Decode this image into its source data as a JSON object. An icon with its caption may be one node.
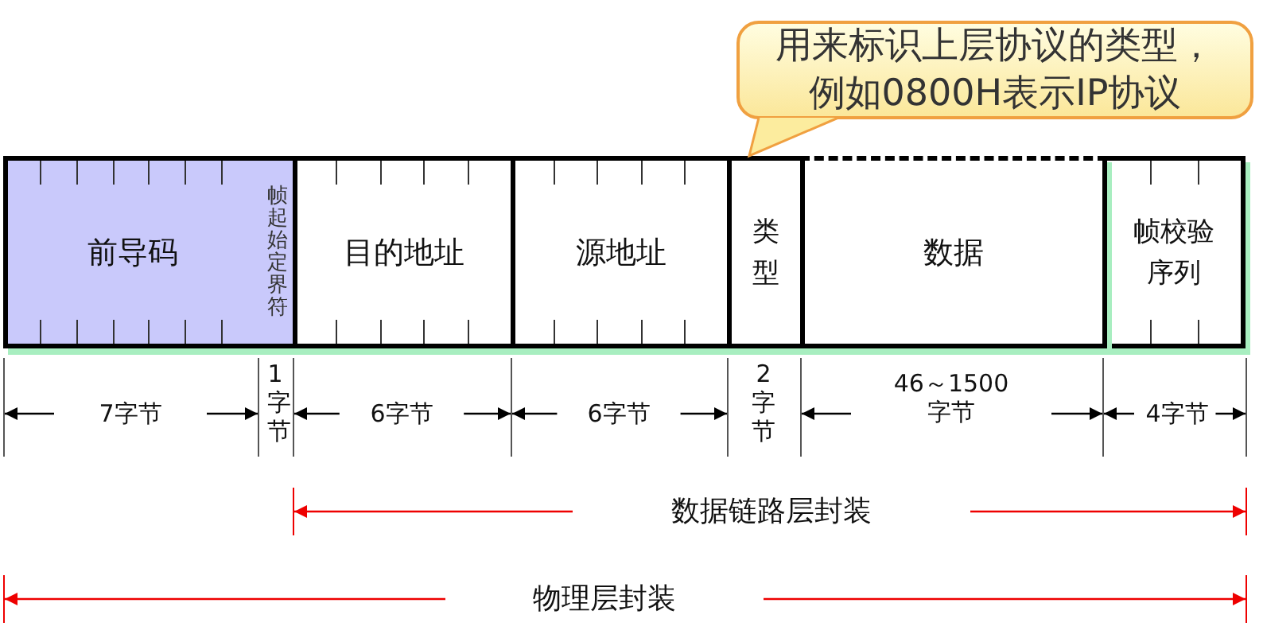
{
  "diagram": {
    "nodes": [
      {
        "text": [
          "前导码"
        ]
      },
      {
        "text": [
          "帧起始定界符"
        ]
      },
      {
        "text": [
          "目的地址"
        ]
      },
      {
        "text": [
          "源地址"
        ]
      },
      {
        "text": [
          "类型"
        ]
      },
      {
        "text": [
          "数据"
        ]
      },
      {
        "text": [
          "帧校验序列"
        ]
      },
      {
        "text": [
          "用来标识上层协议的类型，例如0800H表示IP协议"
        ]
      }
    ],
    "edges": [
      {
        "from": 7,
        "to": 4,
        "arrow": "none"
      }
    ],
    "labels": [
      "7字节",
      "1字节",
      "6字节",
      "6字节",
      "2字节",
      "46～1500字节",
      "4字节",
      "数据链路层封装",
      "物理层封装"
    ]
  }
}
